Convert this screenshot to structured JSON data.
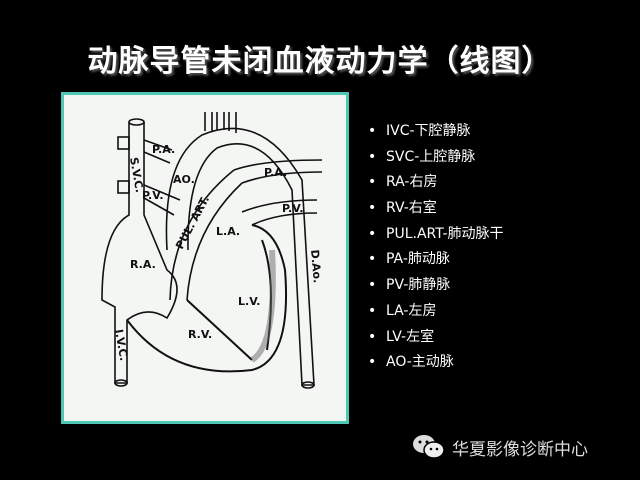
{
  "slide": {
    "title": "动脉导管未闭血液动力学（线图）"
  },
  "diagram": {
    "labels": {
      "pa_left": "P.A.",
      "svc": "S.V.C.",
      "ao": "AO.",
      "pv_left": "P.V.",
      "pul_art": "PUL. ART.",
      "pa_right": "P.A.",
      "pv_right": "P.V.",
      "la": "L.A.",
      "dao": "D.Ao.",
      "ra": "R.A.",
      "lv": "L.V.",
      "rv": "R.V.",
      "ivc": "I.V.C."
    }
  },
  "legend": {
    "bullet": "•",
    "items": [
      "IVC-下腔静脉",
      "SVC-上腔静脉",
      "RA-右房",
      "RV-右室",
      "PUL.ART-肺动脉干",
      "PA-肺动脉",
      "PV-肺静脉",
      "LA-左房",
      "LV-左室",
      "AO-主动脉"
    ]
  },
  "watermark": {
    "icon": "wechat-icon",
    "text": "华夏影像诊断中心"
  },
  "colors": {
    "background": "#000000",
    "frame_border": "#4fc7b3",
    "text": "#ffffff"
  }
}
